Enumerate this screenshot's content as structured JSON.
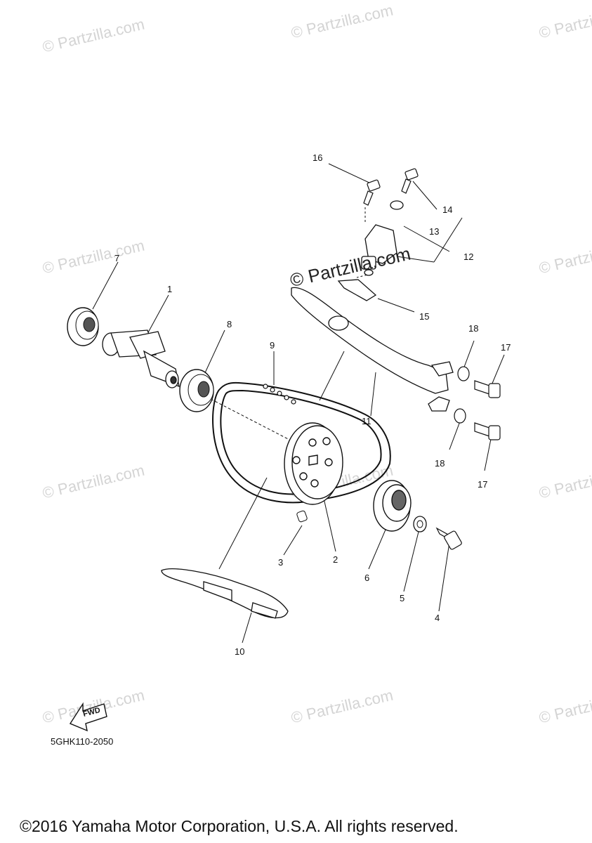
{
  "watermark": {
    "text": "© Partzilla.com",
    "center_text": "© Partzilla.com"
  },
  "callouts": [
    "1",
    "2",
    "3",
    "4",
    "5",
    "6",
    "7",
    "8",
    "9",
    "10",
    "11",
    "12",
    "13",
    "14",
    "15",
    "16",
    "17",
    "17",
    "18",
    "18"
  ],
  "fwd_label": "FWD",
  "part_number": "5GHK110-2050",
  "copyright": "©2016 Yamaha Motor Corporation, U.S.A. All rights reserved."
}
